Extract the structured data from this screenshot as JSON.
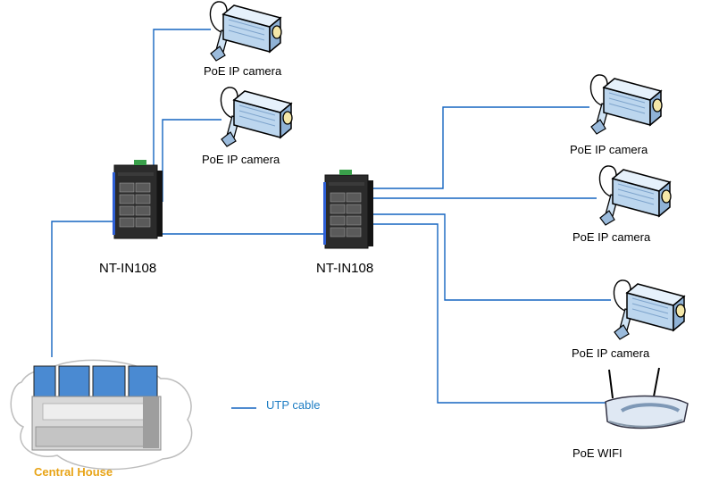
{
  "switches": [
    {
      "label": "NT-IN108"
    },
    {
      "label": "NT-IN108"
    }
  ],
  "cameras": [
    {
      "label": "PoE IP camera"
    },
    {
      "label": "PoE IP camera"
    },
    {
      "label": "PoE IP camera"
    },
    {
      "label": "PoE IP camera"
    },
    {
      "label": "PoE IP camera"
    }
  ],
  "wifi": {
    "label": "PoE WIFI"
  },
  "central_house": {
    "label": "Central House"
  },
  "legend": {
    "label": "UTP cable"
  },
  "colors": {
    "cable": "#1565c0",
    "legend_text": "#1f7ec4",
    "central_house_text": "#e8a417",
    "switch_body": "#2b2b2b",
    "camera_body": "#bcd6ee"
  }
}
